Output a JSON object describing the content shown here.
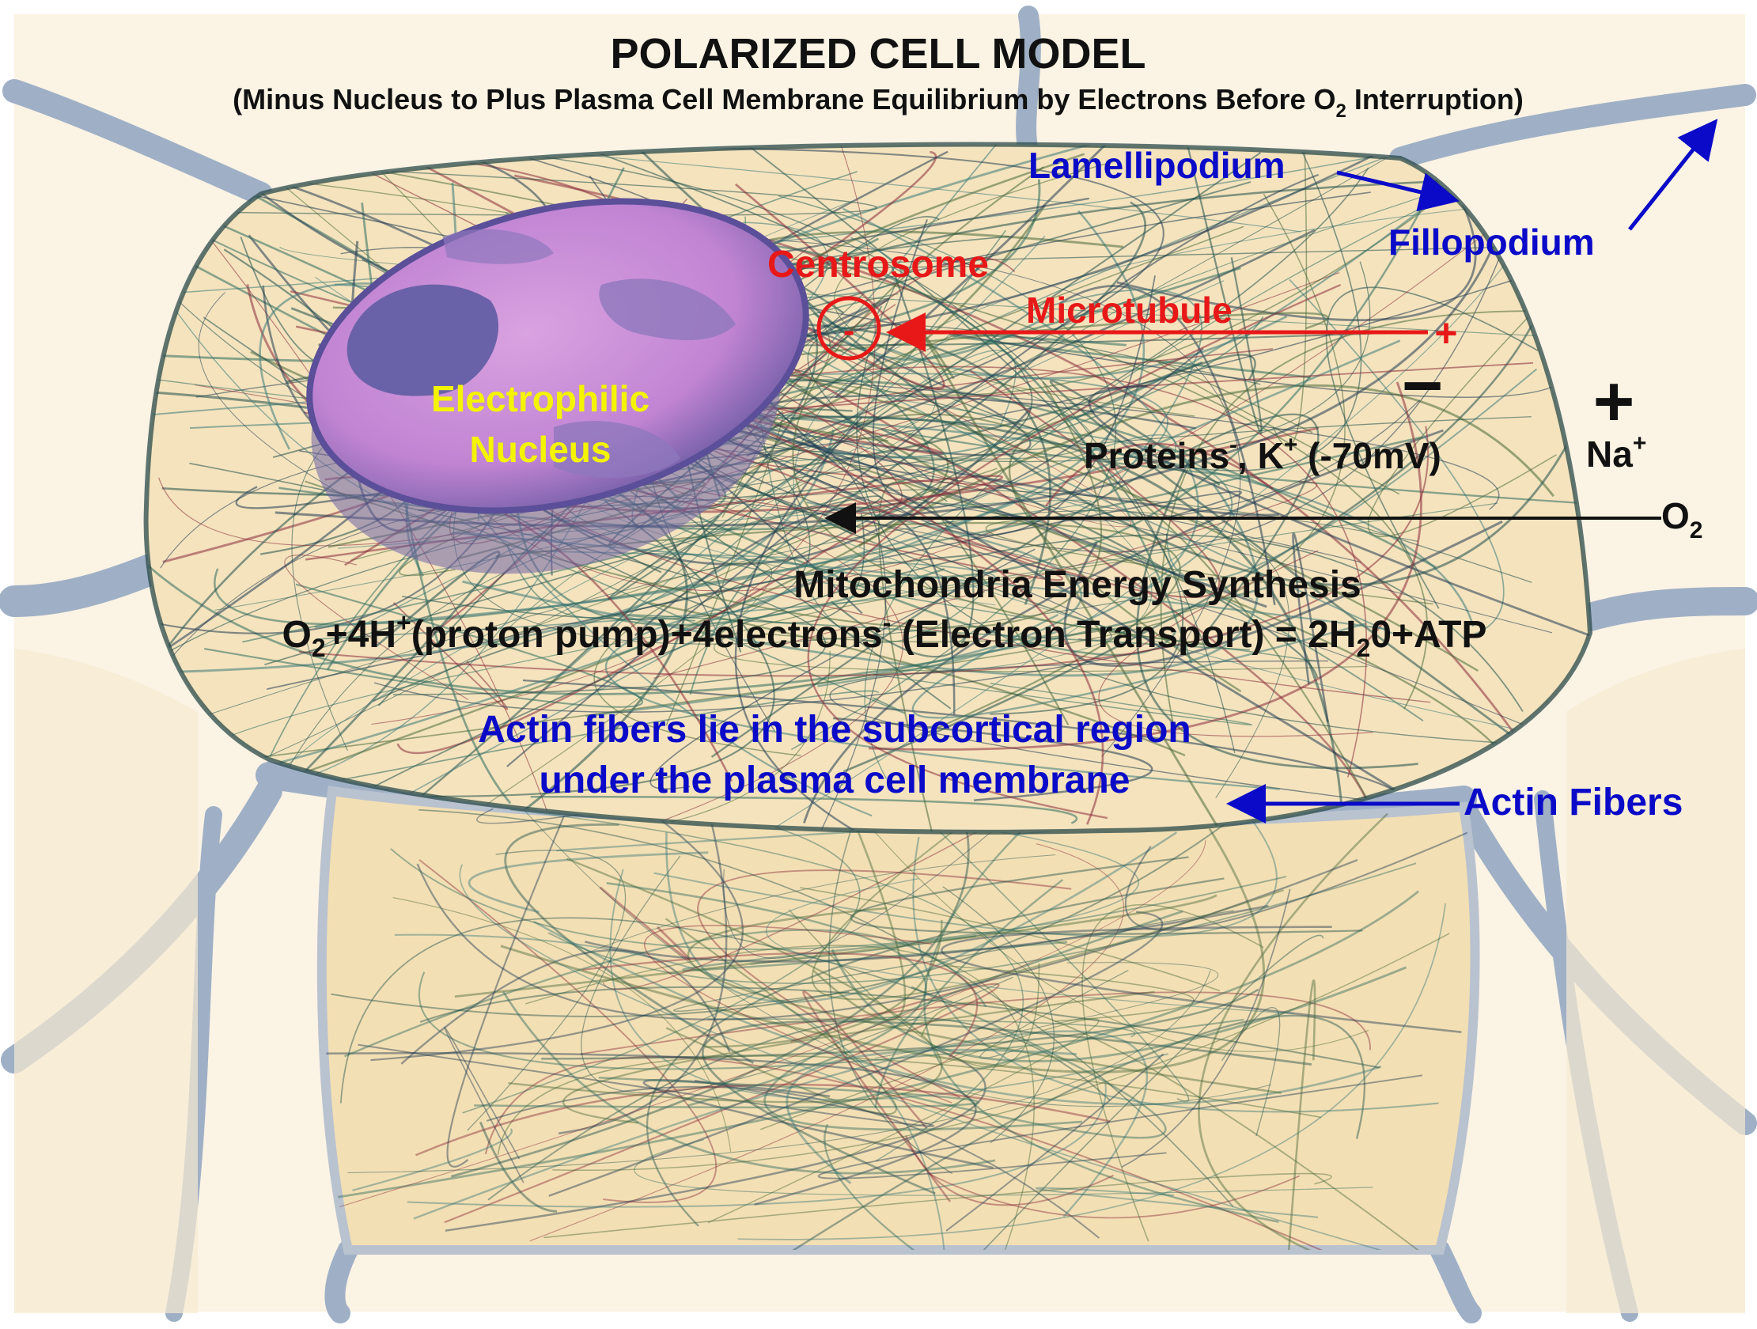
{
  "title": "POLARIZED CELL MODEL",
  "subtitle": {
    "before": "(Minus Nucleus to Plus Plasma Cell Membrane Equilibrium by Electrons Before O",
    "sub": "2",
    "after": " Interruption)"
  },
  "labels": {
    "lamellipodium": "Lamellipodium",
    "fillopodium": "Fillopodium",
    "centrosome": "Centrosome",
    "microtubule": "Microtubule",
    "centrosome_sign": "-",
    "microtubule_plus": "+",
    "nucleus_line1": "Electrophilic",
    "nucleus_line2": "Nucleus",
    "minus_big": "−",
    "plus_big": "+",
    "actin_fibers": "Actin Fibers",
    "actin_note_line1": "Actin fibers lie in the subcortical region",
    "actin_note_line2": "under the plasma cell membrane"
  },
  "proteins": {
    "a": "Proteins",
    "a_sup": "-",
    "b": ", K",
    "b_sup": "+",
    "c": " (-70mV)"
  },
  "na": {
    "text": "Na",
    "sup": "+"
  },
  "o2": {
    "text": "O",
    "sub": "2"
  },
  "mito_title": "Mitochondria Energy Synthesis",
  "equation": {
    "p1": "O",
    "p1_sub": "2",
    "p2": "+4H",
    "p2_sup": "+",
    "p3": "(proton pump)+4electrons",
    "p3_sup": "-",
    "p4": " (Electron Transport) = 2H",
    "p4_sub": "2",
    "p5": "0+ATP"
  },
  "colors": {
    "background": "#fbf3e4",
    "intercellular": "#9fb0c6",
    "cell_body": "#f3dfb4",
    "nucleus": "#c58ad4",
    "nucleus_dark": "#6a62a8",
    "label_blue": "#0a0ac8",
    "label_red": "#e81818",
    "label_yellow": "#f4f400",
    "text_black": "#111111"
  }
}
